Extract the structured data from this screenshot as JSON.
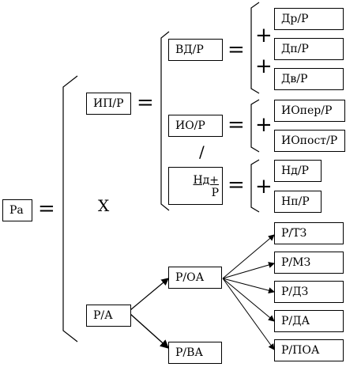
{
  "root": "Ра",
  "eq": "=",
  "plus": "+",
  "times": "X",
  "slash": "/",
  "level1": {
    "ip": "ИП/Р",
    "ra": "Р/А"
  },
  "ip_children": {
    "vd": "ВД/Р",
    "io": "ИО/Р",
    "nd_num": "Нд+",
    "nd_den": "Р"
  },
  "vd_children": [
    "Др/Р",
    "Дп/Р",
    "Дв/Р"
  ],
  "io_children": [
    "ИОпер/Р",
    "ИОпост/Р"
  ],
  "nd_children": [
    "Нд/Р",
    "Нп/Р"
  ],
  "ra_children": {
    "oa": "Р/ОА",
    "va": "Р/ВА"
  },
  "oa_children": [
    "Р/ТЗ",
    "Р/МЗ",
    "Р/ДЗ",
    "Р/ДА",
    "Р/ПОА"
  ]
}
